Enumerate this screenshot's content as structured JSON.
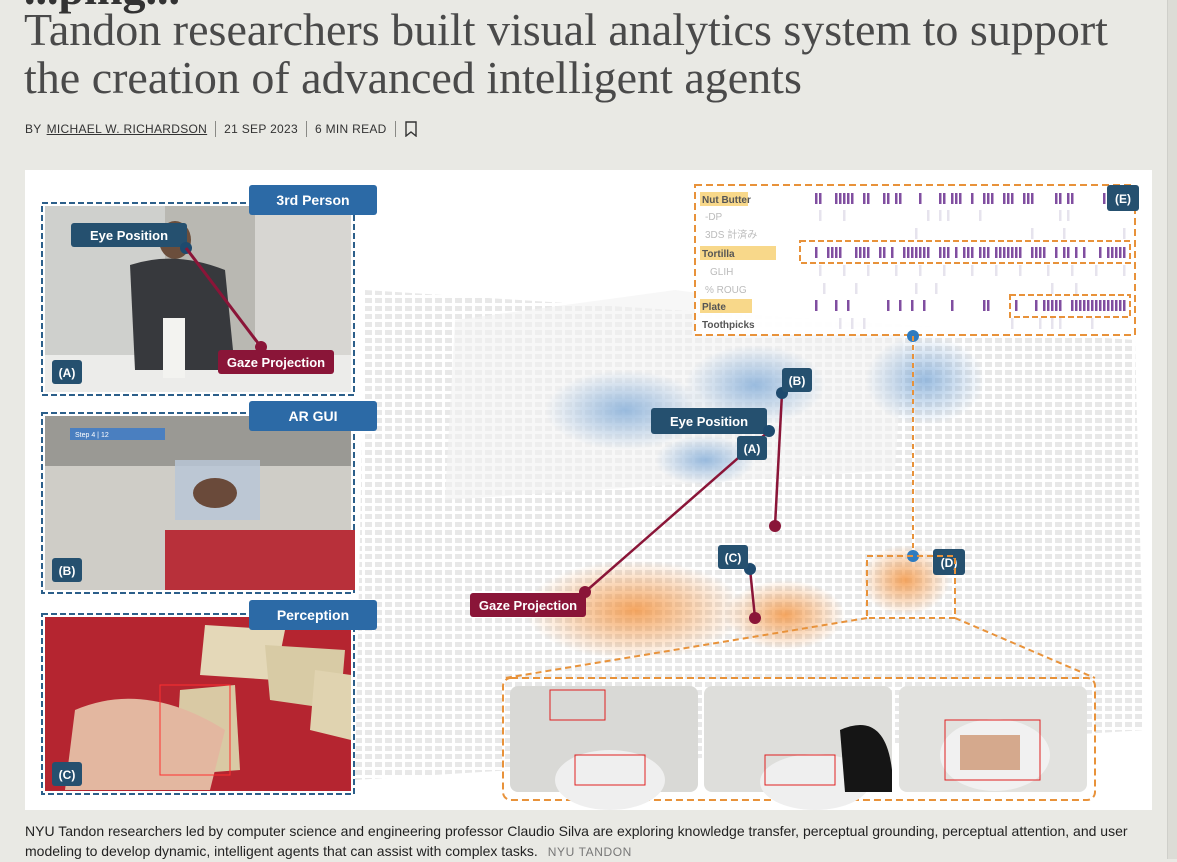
{
  "article": {
    "title_clip": "...ping...",
    "title": "Tandon researchers built visual analytics system to support the creation of advanced intelligent agents",
    "byline": {
      "by": "BY",
      "author": "MICHAEL W. RICHARDSON",
      "date": "21 SEP 2023",
      "read_time": "6 MIN READ",
      "bookmark_icon": "bookmark-icon"
    }
  },
  "figure": {
    "panels": {
      "third_person": "3rd Person",
      "ar_gui": "AR GUI",
      "perception": "Perception"
    },
    "labels": {
      "eye_position": "Eye Position",
      "gaze_projection": "Gaze Projection",
      "a": "(A)",
      "b": "(B)",
      "c": "(C)",
      "d": "(D)",
      "e": "(E)"
    },
    "timeline_rows": [
      "Nut Butter",
      "-DP",
      "3DS 計済み",
      "Tortilla",
      "GLIH",
      "% ROUG",
      "Plate",
      "Toothpicks"
    ],
    "ar_step": "Step 4 | 12",
    "colors": {
      "blue": "#2c5f8a",
      "crimson": "#8a1538",
      "orange": "#e8923a",
      "purple": "#6a2f8f"
    }
  },
  "caption": {
    "text": "NYU Tandon researchers led by computer science and engineering professor Claudio Silva are exploring knowledge transfer, perceptual grounding, perceptual attention, and user modeling to develop dynamic, intelligent agents that can assist with complex tasks.",
    "credit": "NYU TANDON"
  }
}
